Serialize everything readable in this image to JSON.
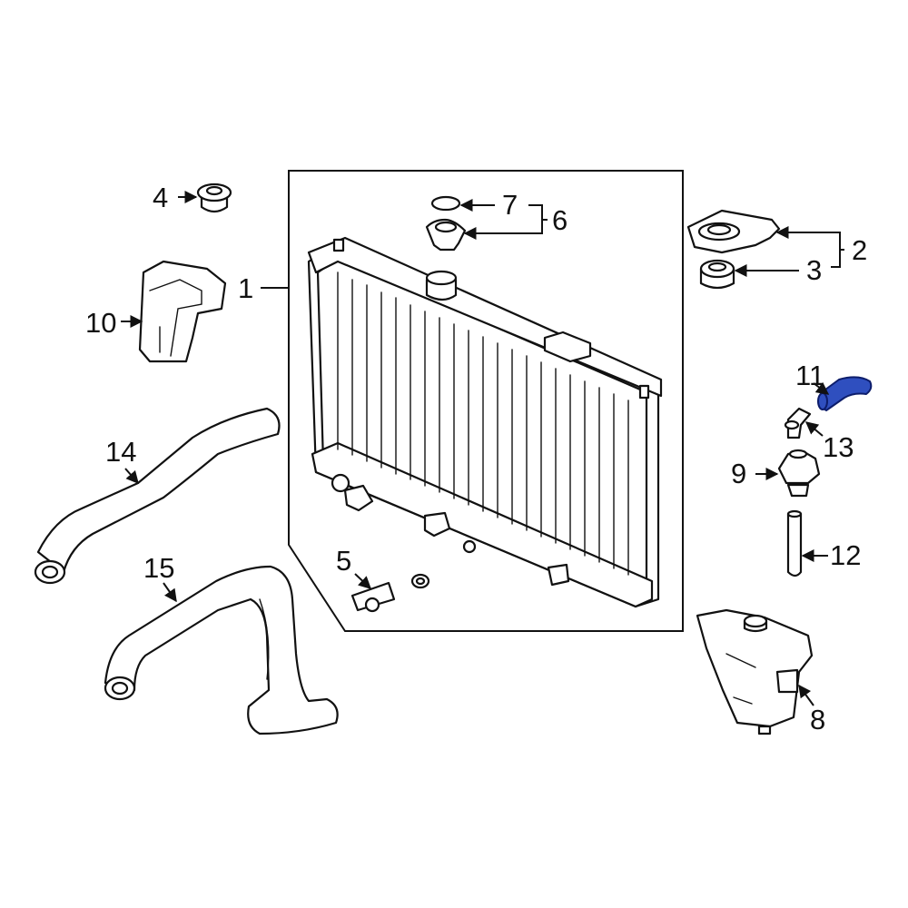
{
  "diagram": {
    "highlight_color": "#2f4fbf",
    "line_color": "#111111",
    "background": "#ffffff",
    "callouts": [
      {
        "id": "1",
        "text": "1"
      },
      {
        "id": "2",
        "text": "2"
      },
      {
        "id": "3",
        "text": "3"
      },
      {
        "id": "4",
        "text": "4"
      },
      {
        "id": "5",
        "text": "5"
      },
      {
        "id": "6",
        "text": "6"
      },
      {
        "id": "7",
        "text": "7"
      },
      {
        "id": "8",
        "text": "8"
      },
      {
        "id": "9",
        "text": "9"
      },
      {
        "id": "10",
        "text": "10"
      },
      {
        "id": "11",
        "text": "11"
      },
      {
        "id": "12",
        "text": "12"
      },
      {
        "id": "13",
        "text": "13"
      },
      {
        "id": "14",
        "text": "14"
      },
      {
        "id": "15",
        "text": "15"
      }
    ]
  }
}
